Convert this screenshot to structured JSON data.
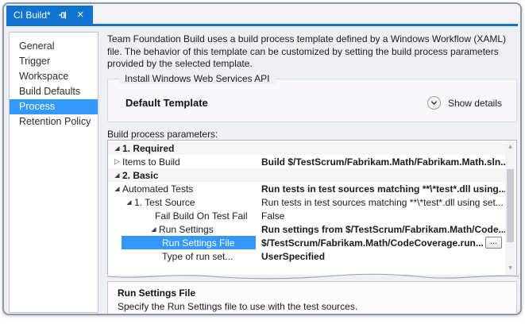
{
  "window": {
    "tab_title": "CI Build*"
  },
  "icons": {
    "close": "✕",
    "expanded": "◢",
    "collapsed": "▷",
    "scroll_up": "▲",
    "scroll_down": "▼"
  },
  "colors": {
    "accent": "#1173d0",
    "selection": "#3399ff"
  },
  "sidebar": {
    "items": [
      {
        "label": "General"
      },
      {
        "label": "Trigger"
      },
      {
        "label": "Workspace"
      },
      {
        "label": "Build Defaults"
      },
      {
        "label": "Process"
      },
      {
        "label": "Retention Policy"
      }
    ],
    "selected": "Process"
  },
  "description": "Team Foundation Build uses a build process template defined by a Windows Workflow (XAML) file. The behavior of this template can be customized by setting the build process parameters provided by the selected template.",
  "template_section": {
    "legend": "Install Windows Web Services API",
    "template_name": "Default Template",
    "show_details_label": "Show details"
  },
  "parameters": {
    "label": "Build process parameters:",
    "browse_label": "...",
    "rows": [
      {
        "name": "1. Required",
        "value": ""
      },
      {
        "name": "Items to Build",
        "value": "Build $/TestScrum/Fabrikam.Math/Fabrikam.Math.sln..."
      },
      {
        "name": "2. Basic",
        "value": ""
      },
      {
        "name": "Automated Tests",
        "value": "Run tests in test sources matching **\\*test*.dll using..."
      },
      {
        "name": "1. Test Source",
        "value": "Run tests in test sources matching **\\*test*.dll using set..."
      },
      {
        "name": "Fail Build On Test Fail",
        "value": "False"
      },
      {
        "name": "Run Settings",
        "value": "Run settings from $/TestScrum/Fabrikam.Math/Code..."
      },
      {
        "name": "Run Settings File",
        "value": "$/TestScrum/Fabrikam.Math/CodeCoverage.run..."
      },
      {
        "name": "Type of run set...",
        "value": "UserSpecified"
      }
    ]
  },
  "help": {
    "title": "Run Settings File",
    "description": "Specify the Run Settings file to use with the test sources."
  }
}
